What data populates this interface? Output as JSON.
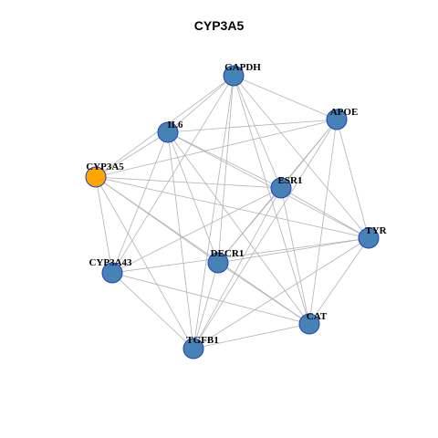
{
  "title": "CYP3A5",
  "colors": {
    "default_node": "#4682b4",
    "highlight_node": "#ffa500",
    "edge": "#b3b3b3",
    "node_border": "#1f3fbf"
  },
  "network": {
    "highlighted": "CYP3A5",
    "nodes": [
      "GAPDH",
      "APOE",
      "IL6",
      "CYP3A5",
      "ESR1",
      "TYR",
      "DECR1",
      "CYP3A43",
      "CAT",
      "TGFB1"
    ],
    "edges": [
      [
        "GAPDH",
        "APOE"
      ],
      [
        "GAPDH",
        "IL6"
      ],
      [
        "GAPDH",
        "CYP3A5"
      ],
      [
        "GAPDH",
        "ESR1"
      ],
      [
        "GAPDH",
        "TYR"
      ],
      [
        "GAPDH",
        "DECR1"
      ],
      [
        "GAPDH",
        "CYP3A43"
      ],
      [
        "GAPDH",
        "CAT"
      ],
      [
        "GAPDH",
        "TGFB1"
      ],
      [
        "APOE",
        "IL6"
      ],
      [
        "APOE",
        "CYP3A5"
      ],
      [
        "APOE",
        "ESR1"
      ],
      [
        "APOE",
        "TYR"
      ],
      [
        "APOE",
        "DECR1"
      ],
      [
        "APOE",
        "CAT"
      ],
      [
        "APOE",
        "TGFB1"
      ],
      [
        "IL6",
        "CYP3A5"
      ],
      [
        "IL6",
        "ESR1"
      ],
      [
        "IL6",
        "TYR"
      ],
      [
        "IL6",
        "DECR1"
      ],
      [
        "IL6",
        "CYP3A43"
      ],
      [
        "IL6",
        "CAT"
      ],
      [
        "IL6",
        "TGFB1"
      ],
      [
        "CYP3A5",
        "ESR1"
      ],
      [
        "CYP3A5",
        "TYR"
      ],
      [
        "CYP3A5",
        "DECR1"
      ],
      [
        "CYP3A5",
        "CYP3A43"
      ],
      [
        "CYP3A5",
        "CAT"
      ],
      [
        "CYP3A5",
        "TGFB1"
      ],
      [
        "ESR1",
        "TYR"
      ],
      [
        "ESR1",
        "DECR1"
      ],
      [
        "ESR1",
        "CYP3A43"
      ],
      [
        "ESR1",
        "CAT"
      ],
      [
        "ESR1",
        "TGFB1"
      ],
      [
        "TYR",
        "DECR1"
      ],
      [
        "TYR",
        "CYP3A43"
      ],
      [
        "TYR",
        "CAT"
      ],
      [
        "TYR",
        "TGFB1"
      ],
      [
        "DECR1",
        "CAT"
      ],
      [
        "DECR1",
        "TGFB1"
      ],
      [
        "CYP3A43",
        "CAT"
      ],
      [
        "CYP3A43",
        "TGFB1"
      ],
      [
        "CAT",
        "TGFB1"
      ]
    ]
  }
}
